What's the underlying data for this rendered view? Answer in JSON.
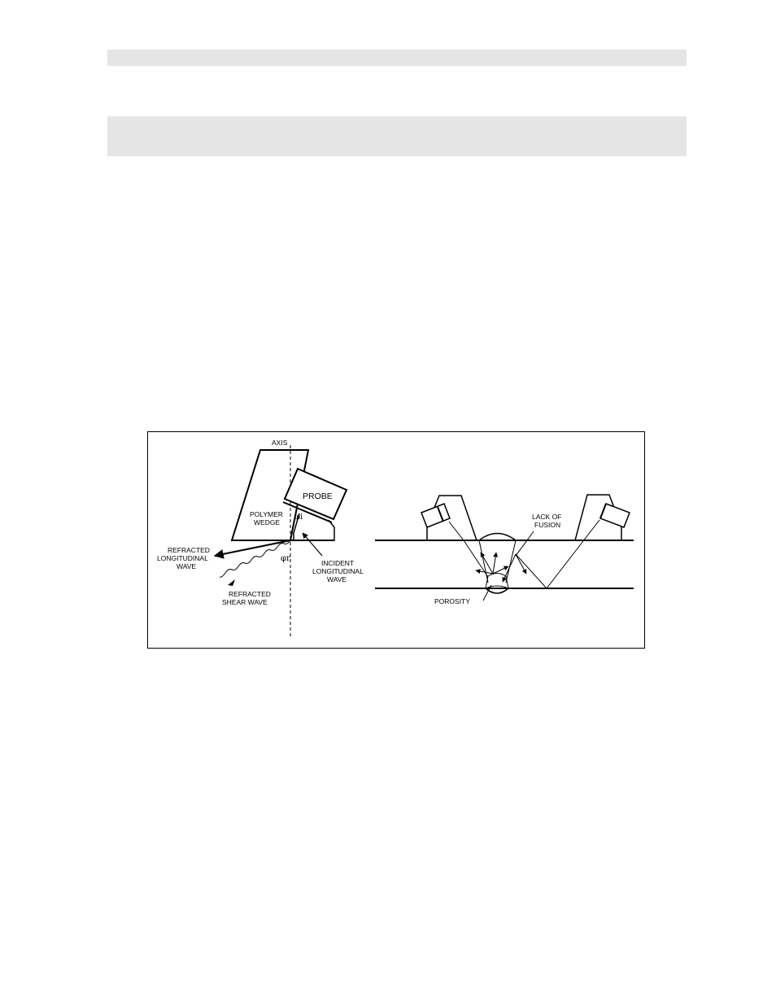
{
  "figure": {
    "left_panel": {
      "axis_label": "AXIS",
      "probe_label": "PROBE",
      "wedge_label_line1": "POLYMER",
      "wedge_label_line2": "WEDGE",
      "phi_i": "φi",
      "phi_r": "φr",
      "refracted_long_line1": "REFRACTED",
      "refracted_long_line2": "LONGITUDINAL",
      "refracted_long_line3": "WAVE",
      "refracted_shear_line1": "REFRACTED",
      "refracted_shear_line2": "SHEAR WAVE",
      "incident_line1": "INCIDENT",
      "incident_line2": "LONGITUDINAL",
      "incident_line3": "WAVE"
    },
    "right_panel": {
      "lack_of_fusion_line1": "LACK OF",
      "lack_of_fusion_line2": "FUSION",
      "porosity_label": "POROSITY"
    }
  }
}
